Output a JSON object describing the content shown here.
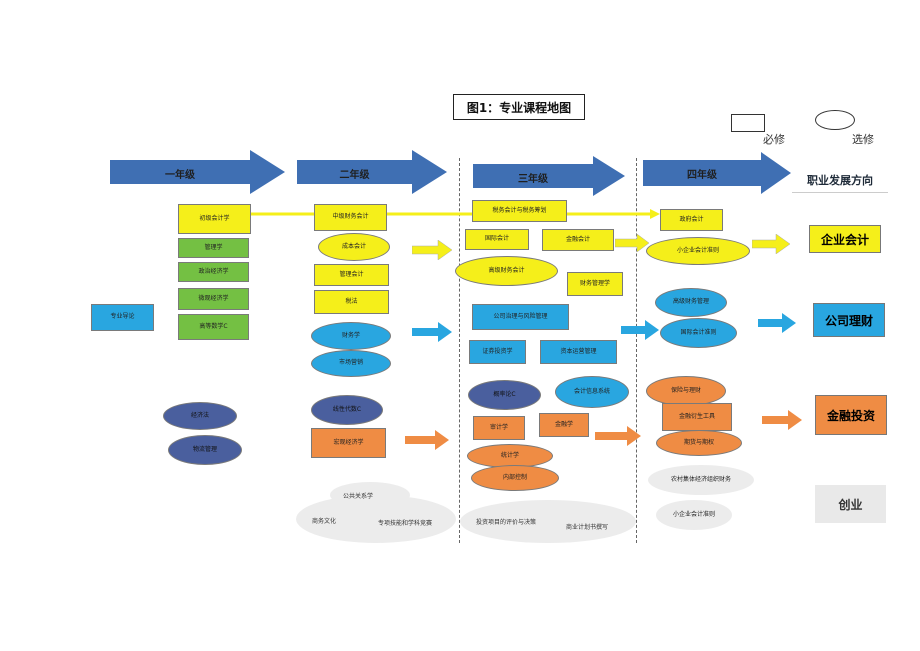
{
  "title": "图1：专业课程地图",
  "legend": {
    "required": "必修",
    "elective": "选修"
  },
  "years": [
    "一年级",
    "二年级",
    "三年级",
    "四年级"
  ],
  "career_header": "职业发展方向",
  "careers": [
    "企业会计",
    "公司理财",
    "金融投资",
    "创业"
  ],
  "year1": {
    "intro": "专业导论",
    "yellow": [
      "初级会计学"
    ],
    "green": [
      "管理学",
      "政治经济学",
      "微观经济学",
      "高等数学C"
    ],
    "ovals": [
      "经济法",
      "物流管理"
    ]
  },
  "year2": {
    "yellow": [
      "中级财务会计",
      "成本会计",
      "管理会计",
      "税法"
    ],
    "blue": [
      "财务学",
      "市场营销"
    ],
    "dark": [
      "线性代数C"
    ],
    "orange": [
      "宏观经济学"
    ]
  },
  "year3": {
    "yellow": [
      "税务会计与税务筹划",
      "国际会计",
      "金融会计",
      "高级财务会计",
      "财务管理学"
    ],
    "blue": [
      "公司治理与风险管理",
      "证券投资学",
      "资本运营管理"
    ],
    "dark": [
      "概率论C"
    ],
    "blue_oval": [
      "会计信息系统"
    ],
    "orange": [
      "审计学",
      "金融学",
      "统计学",
      "内部控制"
    ]
  },
  "year4": {
    "yellow": [
      "政府会计",
      "小企业会计准则"
    ],
    "blue": [
      "高级财务管理",
      "国际会计准则"
    ],
    "orange": [
      "保险与理财",
      "金融衍生工具",
      "期货与期权"
    ],
    "cloud": [
      "农村集体经济组织财务",
      "小企业会计准则"
    ]
  },
  "clouds_year2": [
    "公共关系学",
    "商务文化",
    "专项技能和学科竞赛"
  ],
  "clouds_year3": [
    "投资项目的评价与决策",
    "商业计划书撰写"
  ],
  "colors": {
    "arrow": "#3f6fb3",
    "yellow": "#f5ef1a",
    "green": "#74c043",
    "blue": "#29a6e0",
    "orange": "#ef8c44",
    "dark": "#4a5f9e"
  }
}
